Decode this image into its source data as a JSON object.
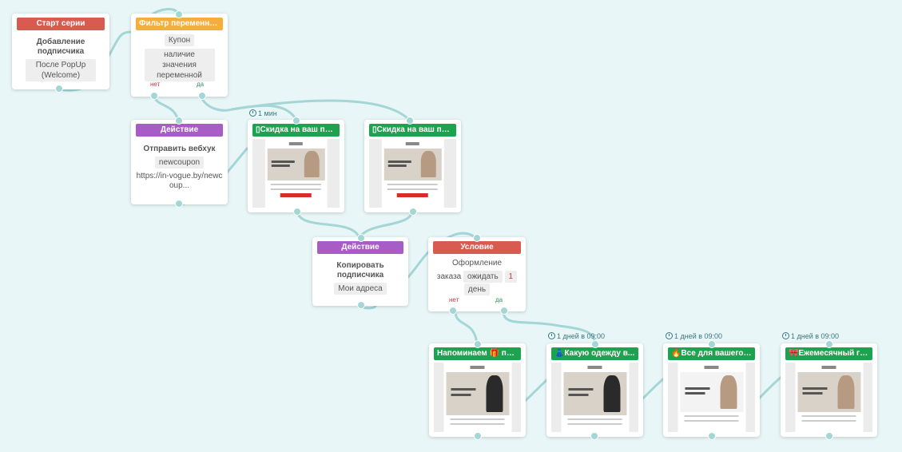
{
  "timers": {
    "t1": "1 мин",
    "t2": "1 дней в 09:00",
    "t3": "1 дней в 09:00",
    "t4": "1 дней в 09:00"
  },
  "start": {
    "header": "Старт серии",
    "title": "Добавление подписчика",
    "chip": "После PopUp (Welcome)"
  },
  "filter": {
    "header": "Фильтр переменных",
    "chip1": "Купон",
    "chip2": "наличие значения переменной",
    "no": "нет",
    "yes": "да"
  },
  "action1": {
    "header": "Действие",
    "title": "Отправить вебхук",
    "chip": "newcoupon",
    "url": "https://in-vogue.by/newcoup..."
  },
  "email1": {
    "header": "▯Скидка на ваш пер..."
  },
  "email2": {
    "header": "▯Скидка на ваш пер..."
  },
  "action2": {
    "header": "Действие",
    "title": "Копировать подписчика",
    "chip": "Мои адреса"
  },
  "condition": {
    "header": "Условие",
    "line1": "Оформление",
    "line2": "заказа",
    "chip_wait": "ожидать",
    "chip_num": "1",
    "chip_day": "день",
    "no": "нет",
    "yes": "да"
  },
  "email3": {
    "header": "Напоминаем 🎁 про..."
  },
  "email4": {
    "header": "👗Какую одежду в..."
  },
  "email5": {
    "header": "🔥Все для вашего уд..."
  },
  "email6": {
    "header": "🎀Ежемесячный гайд ..."
  },
  "colors": {
    "background": "#e8f6f7",
    "wire": "#a5d6d6",
    "start_header": "#d95a50",
    "filter_header": "#f5ad3b",
    "action_header": "#a85cc6",
    "email_header": "#1da34f",
    "condition_header": "#d95a50"
  }
}
